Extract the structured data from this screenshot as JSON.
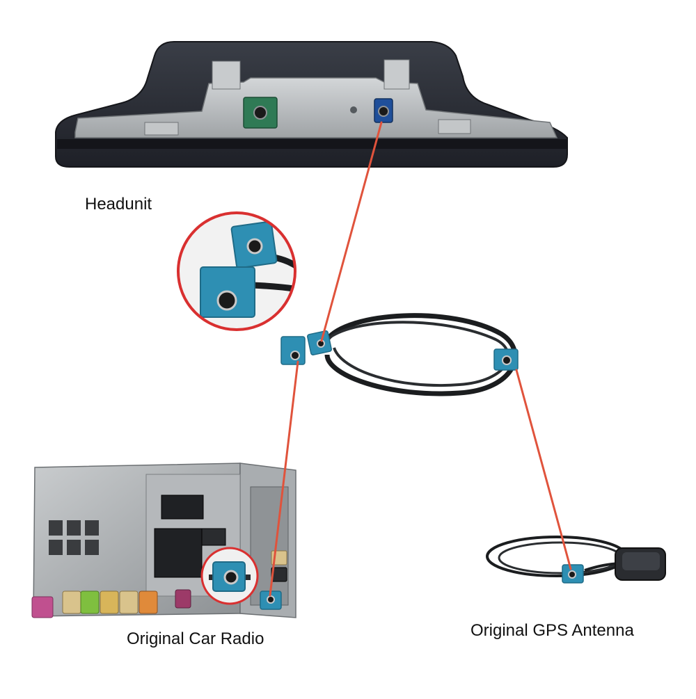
{
  "labels": {
    "headunit": "Headunit",
    "car_radio": "Original Car Radio",
    "gps_antenna": "Original GPS Antenna"
  },
  "colors": {
    "background": "#ffffff",
    "connection_line": "#e0533c",
    "fakra_blue": "#2e8fb3",
    "fakra_dark_blue": "#1f4f9a",
    "fakra_green": "#2f7a55",
    "fakra_pink": "#c0508f",
    "fakra_beige": "#d9c38c",
    "fakra_lime": "#7fbf3f",
    "fakra_orange": "#e08a3a",
    "fakra_yellow": "#d8b55a",
    "headunit_body": "#2b2e36",
    "metal": "#b9bcbf",
    "cable": "#1b1d1f",
    "callout_ring": "#d93030"
  },
  "icons": {
    "connector": "fakra-connector-icon",
    "gps_puck": "gps-antenna-icon"
  }
}
